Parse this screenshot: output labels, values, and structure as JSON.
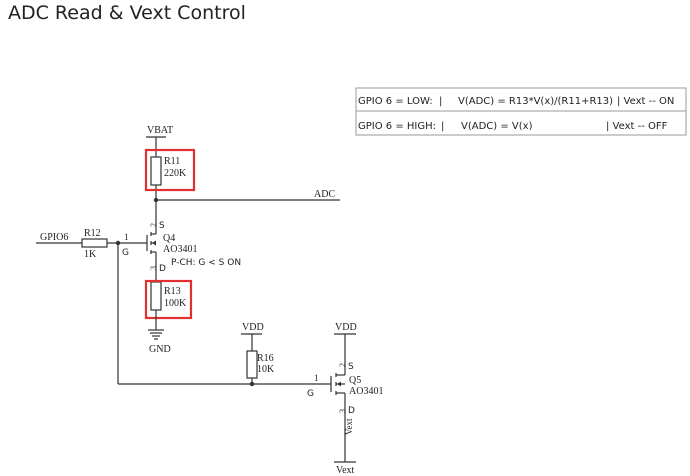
{
  "title": "ADC Read & Vext Control",
  "nets": {
    "vbat": "VBAT",
    "adc": "ADC",
    "gnd": "GND",
    "gpio6": "GPIO6",
    "vdd_r16": "VDD",
    "vdd_q5": "VDD",
    "vext_wire": "Vext",
    "vext_out": "Vext"
  },
  "components": {
    "r11": {
      "ref": "R11",
      "value": "220K"
    },
    "r12": {
      "ref": "R12",
      "value": "1K"
    },
    "r13": {
      "ref": "R13",
      "value": "100K"
    },
    "r16": {
      "ref": "R16",
      "value": "10K"
    },
    "q4": {
      "ref": "Q4",
      "part": "AO3401",
      "note": "P-CH: G < S   ON",
      "pin_s_num": "2",
      "pin_s": "S",
      "pin_g_num": "1",
      "pin_g": "G",
      "pin_d_num": "3",
      "pin_d": "D"
    },
    "q5": {
      "ref": "Q5",
      "part": "AO3401",
      "pin_s_num": "2",
      "pin_s": "S",
      "pin_g_num": "1",
      "pin_g": "G",
      "pin_d_num": "3",
      "pin_d": "D"
    }
  },
  "truth_table": {
    "row1": {
      "condition": "GPIO 6 = LOW:",
      "sep1": "|",
      "formula": "V(ADC) = R13*V(x)/(R11+R13)",
      "result": "| Vext  --  ON"
    },
    "row2": {
      "condition": "GPIO 6 = HIGH:",
      "sep1": "|",
      "formula": "V(ADC) = V(x)",
      "result": "| Vext  --  OFF"
    }
  },
  "colors": {
    "highlight": "#e03030",
    "wire": "#333333"
  }
}
